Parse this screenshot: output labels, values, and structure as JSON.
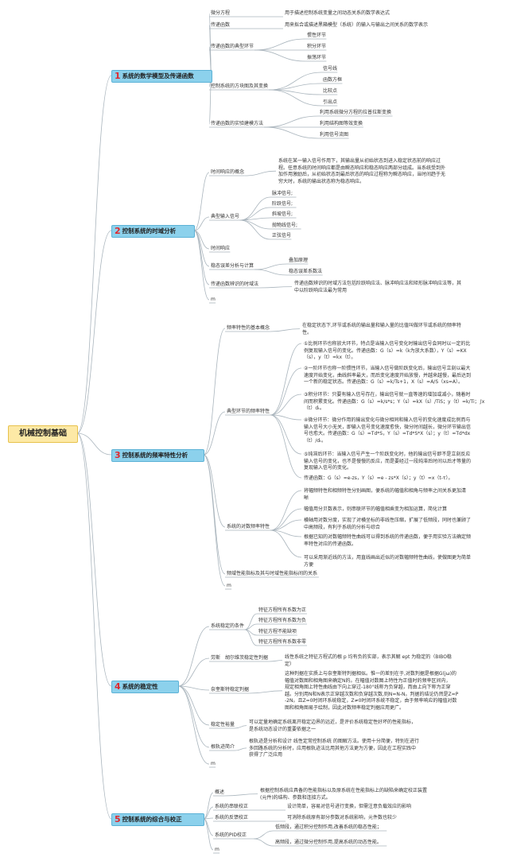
{
  "root": {
    "label": "机械控制基础"
  },
  "sections": [
    {
      "number": "1",
      "title": "系统的数学模型及传递函数",
      "items": [
        {
          "label": "微分方程",
          "desc": "用于描述控制系统变量之间动态关系的数学表达式"
        },
        {
          "label": "传递函数",
          "desc": "用来拟合或描述黑箱模型（系统）的输入与输出之间关系的数学表示"
        },
        {
          "label": "传递函数的典型环节",
          "children": [
            "惯性环节",
            "积分环节",
            "振荡环节"
          ]
        },
        {
          "label": "控制系统的方块图及其变换",
          "children": [
            "信号线",
            "函数方框",
            "比较点",
            "引出点"
          ]
        },
        {
          "label": "传递函数的实验建模方法",
          "children": [
            "利用系统微分方程的拉普拉斯变换",
            "利用结构图等效变换",
            "利用信号流图"
          ]
        }
      ]
    },
    {
      "number": "2",
      "title": "控制系统的时域分析",
      "items": [
        {
          "label": "时间响应的概念",
          "desc_lines": [
            "系统在某一输入信号作用下，其输出量从初始状态到进入稳定状态前的响应过",
            "程。任意系统的时间响应都是由瞬态响应和稳态响应两部分组成。当系统受到外",
            "加作用激励后，从初始状态到最后状态的响应过程称为瞬态响应，当时间趋于无",
            "穷大时，系统的输出状态称为稳态响应。"
          ]
        },
        {
          "label": "典型输入信号",
          "children": [
            "脉冲信号;",
            "阶跃信号;",
            "斜坡信号;",
            "抛物线信号;",
            "正弦信号"
          ]
        },
        {
          "label": "时间响应"
        },
        {
          "label": "稳态误差分析与计算",
          "children": [
            "叠加原理",
            "稳态误差系数法"
          ]
        },
        {
          "label": "传递函数辨识的时域法",
          "desc_lines": [
            "传递函数辨识的时域方法包括阶跃响应法、脉冲响应法和矩形脉冲响应法等，其",
            "中以阶跃响应法最为常用"
          ]
        },
        {
          "label": "m"
        }
      ]
    },
    {
      "number": "3",
      "title": "控制系统的频率特性分析",
      "items": [
        {
          "label": "频率特性的基本概念",
          "desc_lines": [
            "在稳定状态下,环节或系统的输出量和输入量的比值叫做环节或系统的频率特",
            "性。"
          ]
        },
        {
          "label": "典型环节的频率特性",
          "blocks": [
            [
              "①比例环节也称放大环节，特点是当输入信号变化时输出信号会同时以一定的比",
              "例复现输入信号的变化。传递函数：G（s）=k（k为放大系数），Y（s）=KX",
              "（s），y（t）=kx（t）。"
            ],
            [
              "②一阶环节也称一阶惯性环节，当输入信号做阶跃变化后，输出信号立刻以最大",
              "速度开始变化，曲线斜率最大，而后变化速度开始放慢，并越来越慢，最后达到",
              "一个新的稳定状态。传递函数：G（s）=k/Ts+1，X（s）=A/S（xs=A）。"
            ],
            [
              "③积分环节：只要有输入信号存在，输出信号就一直等速的增加或减小，随着时",
              "间而积累变化。传递函数：G（s）=k/s*s；Y（s）=kX（s）/TiS；y（t）=k/Ti；∫x",
              "（t）dₜ。"
            ],
            [
              "④微分环节：微分作用的输出变化与微分相同和输入信号的变化速度成比例而与",
              "输入信号大小无关，即输入信号变化速度愈快，微分时间越长，微分环节输出信",
              "号也愈大。传递函数：G（s）=Td*S，Y（s）=Td*S*X（s）；y（t）=Td*dx",
              "（t）/dₜ。"
            ],
            [
              "⑤纯滞后环节：当输入信号产生一个阶跃变化时，他的输出信号即不是立刻反应",
              "输入信号的变化，也不是慢慢的反应，而是要经过一段纯滞后时间以后才等量的",
              "复现输入信号的变化。"
            ],
            [
              "传递函数：G（s）=e-zs，Y（s）=e - zs*X（s）；y（t）=x（t-τ）。"
            ]
          ]
        },
        {
          "label": "系统的对数频率特性",
          "blocks": [
            [
              "将幅频特性和相频特性分别画图，便系统的幅值和相角与频率之间关系更加清",
              "晰"
            ],
            [
              "幅值用分贝数表示，则串联环节的幅值相乘变为相加运算，简化计算"
            ],
            [
              "横轴用对数分度，实现了对横坐标的非线性压缩，扩展了低频段，同时也兼顾了",
              "中高频段，有利于系统的分析与综合"
            ],
            [
              "根据已知的对数幅频特性曲线可以得到系统的传递函数，便于用实验方法确定频",
              "率特性对应的传递函数。"
            ],
            [
              "可以采用渐近线的方法，用直线画出近似的对数幅频特性曲线，使做图更为简单",
              "方便"
            ]
          ]
        },
        {
          "label": "频域性能指标及其与时域性能指标间的关系"
        },
        {
          "label": "m"
        }
      ]
    },
    {
      "number": "4",
      "title": "系统的稳定性",
      "items": [
        {
          "label": "系统稳定的条件",
          "children": [
            "特征方程所有系数为正",
            "特征方程所有系数为负",
            "特征方程不能缺项",
            "特征方程所有系数非零"
          ]
        },
        {
          "label": "劳斯　胡尔维茨稳定性判据",
          "desc_lines": [
            "线性系统之特征方程式的根 p 均有负的实部，表示其解 ept 为稳定的（BIBO稳",
            "定）"
          ]
        },
        {
          "label": "奈奎斯特稳定判据",
          "desc_lines": [
            "这种判据在实质上与奈奎斯特判据相似。惟一的差别在于,对数判据是根据G(jω)的",
            "幅值对数图和相角图来确定N的。在幅值对数图上特性为正值时的频率区间内，",
            "规定相角图上特性曲线由下向上穿过-180°线称为负穿越，而由上向下称为正穿",
            "越。分别用N和N表示正穿越次数和负穿越次数,则N=N-N。判据的结论仍然是Z=P",
            "-2N。且Z=0时闭环系统稳定，Z≠0时闭环系统不稳定，由于频率响应的幅值对数",
            "图和相角图易于绘制，因此对数频率稳定判据应用更广。"
          ]
        },
        {
          "label": "稳定性裕量",
          "desc_lines": [
            "可以定量地确定系统离开稳定边界的远近，是评价系统稳定性好坏的性能指标，",
            "是系统动态设计的重要依据之一"
          ]
        },
        {
          "label": "根轨迹简介",
          "desc_lines": [
            "根轨迹是分析和设计 线性定常控制系统 的图解方法。使用十分简便，特别在进行",
            "多回路系统的分析时，应用根轨迹法比用其他方法更为方便，因此在工程实践中",
            "获得了广泛应用"
          ]
        },
        {
          "label": "m"
        }
      ]
    },
    {
      "number": "5",
      "title": "控制系统的综合与校正",
      "items": [
        {
          "label": "概述",
          "desc_lines": [
            "根据控制系统应具备的性能指标以及原系统在性能指标上的缺陷来确定校正装置",
            "(元件)的结构、参数和连接方式。"
          ]
        },
        {
          "label": "系统的串联校正",
          "desc": "设计简单，容易对信号进行变换，但需注意负载效应的影响"
        },
        {
          "label": "系统的反馈校正",
          "desc": "可消除系统原有部分参数对系统影响，元件数也较少"
        },
        {
          "label": "系统的PID校正",
          "children": [
            "低频段，通过积分控制作用,改善系统的稳态性能；",
            "高频段，通过微分控制作用,提高系统的动态性能。"
          ]
        },
        {
          "label": "m"
        }
      ]
    }
  ],
  "colors": {
    "root_fill": "#fde9a6",
    "section_fill": "#8cd1ec",
    "number": "#e0282e",
    "line": "#aab5bd"
  }
}
